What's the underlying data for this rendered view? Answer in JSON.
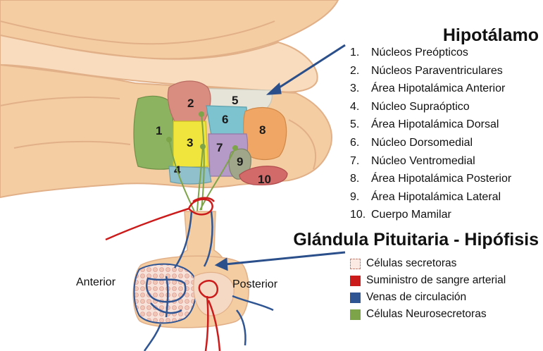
{
  "hypothalamus": {
    "title": "Hipotálamo",
    "nuclei": [
      {
        "num": "1.",
        "name": "Núcleos Preópticos",
        "color": "#8cb360"
      },
      {
        "num": "2.",
        "name": "Núcleos Paraventriculares",
        "color": "#d98c80"
      },
      {
        "num": "3.",
        "name": "Área Hipotalámica Anterior",
        "color": "#f0e53d"
      },
      {
        "num": "4.",
        "name": "Núcleo Supraóptico",
        "color": "#8fc0cc"
      },
      {
        "num": "5.",
        "name": "Área Hipotalámica Dorsal",
        "color": "#e6e4d8"
      },
      {
        "num": "6.",
        "name": "Núcleo Dorsomedial",
        "color": "#7cc2cf"
      },
      {
        "num": "7.",
        "name": "Núcleo Ventromedial",
        "color": "#b59ac7"
      },
      {
        "num": "8.",
        "name": "Área Hipotalámica Posterior",
        "color": "#f0a664"
      },
      {
        "num": "9.",
        "name": "Área Hipotalámica Lateral",
        "color": "#a0a68a"
      },
      {
        "num": "10.",
        "name": "Cuerpo Mamilar",
        "color": "#d26a6a"
      }
    ],
    "region_labels": [
      "1",
      "2",
      "3",
      "4",
      "5",
      "6",
      "7",
      "8",
      "9",
      "10"
    ]
  },
  "pituitary": {
    "title": "Glándula Pituitaria - Hipófisis",
    "anterior_label": "Anterior",
    "posterior_label": "Posterior",
    "legend": [
      {
        "label": "Células secretoras",
        "color": "#f3cfc4",
        "icon": "secretory-cells-icon"
      },
      {
        "label": "Suministro de sangre arterial",
        "color": "#cc1b1b",
        "icon": "red-square"
      },
      {
        "label": "Venas de circulación",
        "color": "#2f5593",
        "icon": "blue-square"
      },
      {
        "label": "Células Neurosecretoras",
        "color": "#7ea44a",
        "icon": "green-square"
      }
    ]
  },
  "colors": {
    "brain_tissue": "#f4cda3",
    "brain_tissue_light": "#f8dcbd",
    "brain_outline": "#e2b088",
    "arrow": "#2b4f8a",
    "artery": "#cc1b1b",
    "vein": "#2f5593",
    "neuro": "#7ea44a"
  }
}
